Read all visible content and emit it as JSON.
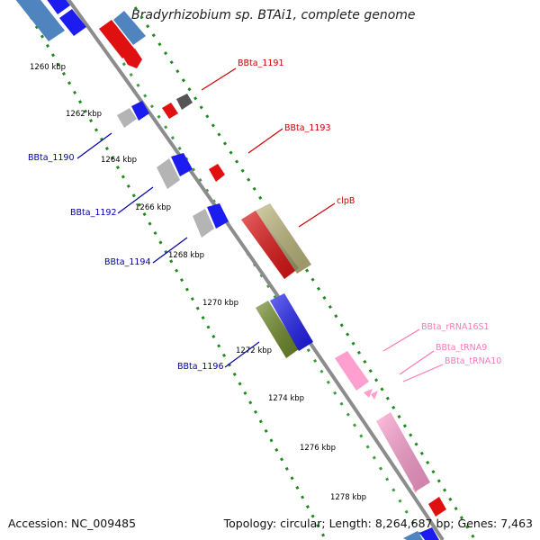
{
  "title": "Bradyrhizobium sp. BTAi1, complete genome",
  "footer": {
    "accession": "Accession: NC_009485",
    "summary": "Topology: circular; Length: 8,264,687 bp; Genes: 7,463"
  },
  "ticks": [
    "1260 kbp",
    "1262 kbp",
    "1264 kbp",
    "1266 kbp",
    "1268 kbp",
    "1270 kbp",
    "1272 kbp",
    "1274 kbp",
    "1276 kbp",
    "1278 kbp"
  ],
  "gene_labels": {
    "bbta_1191": "BBta_1191",
    "bbta_1193": "BBta_1193",
    "clpb": "clpB",
    "rrna16s1": "BBta_rRNA16S1",
    "trna9": "BBta_tRNA9",
    "trna10": "BBta_tRNA10",
    "bbta_1190": "BBta_1190",
    "bbta_1192": "BBta_1192",
    "bbta_1194": "BBta_1194",
    "bbta_1196": "BBta_1196"
  },
  "colors": {
    "backbone": "#8c8c8c",
    "dotted_track": "#1f8a1f",
    "forward_label": "#cc0000",
    "reverse_label": "#0000aa",
    "rna_label": "#ff77b8",
    "gene_red": "#e01010",
    "gene_blue": "#1c1cf0",
    "gene_gray": "#b4b4b4",
    "gene_steel": "#4f84bf",
    "gene_olive": "#6e8a26",
    "gene_khaki": "#bdb67a",
    "gene_pink": "#ff9fd0"
  }
}
